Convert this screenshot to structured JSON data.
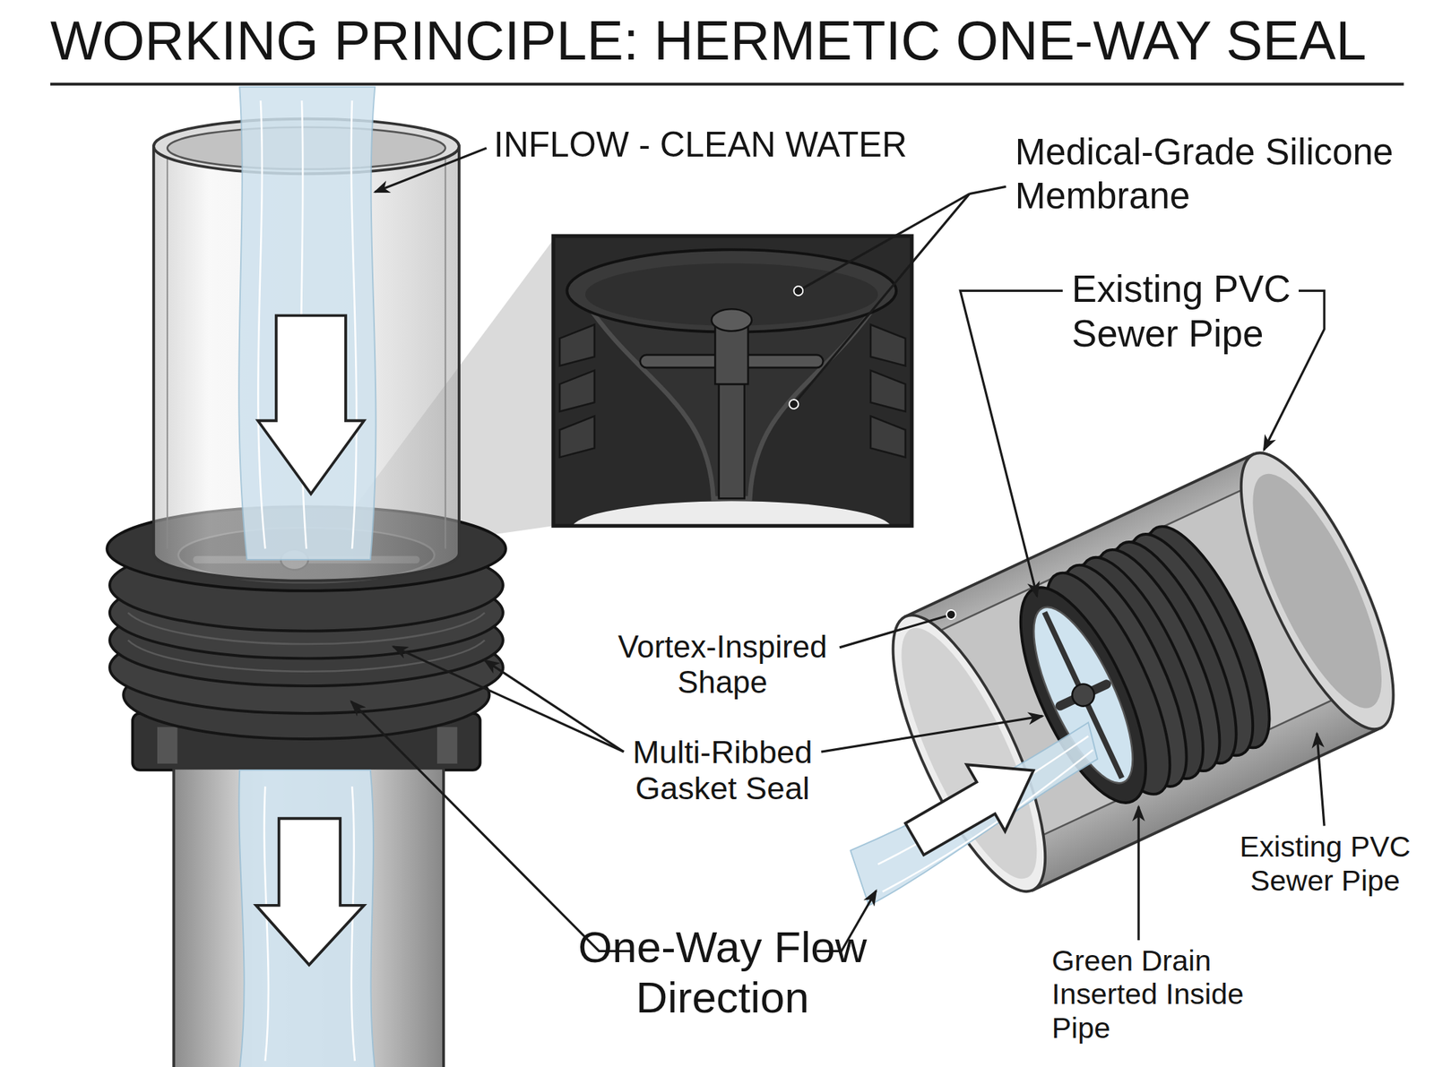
{
  "diagram": {
    "title": "WORKING PRINCIPLE: HERMETIC ONE-WAY SEAL",
    "labels": [
      "INFLOW - CLEAN WATER",
      "Medical-Grade Silicone Membrane",
      "Existing PVC Sewer Pipe",
      "Vortex-Inspired Shape",
      "Multi-Ribbed Gasket Seal",
      "Existing PVC Sewer Pipe",
      "One-Way Flow Direction",
      "Green Drain Inserted Inside Pipe"
    ]
  }
}
